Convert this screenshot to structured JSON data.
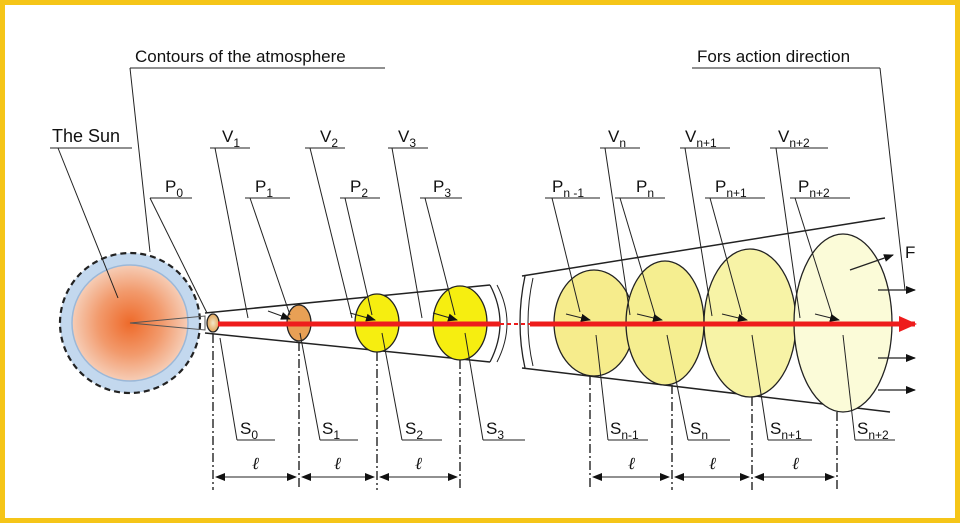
{
  "labels": {
    "atmosphere": "Contours of the atmosphere",
    "force_direction": "Fors action direction",
    "sun": "The Sun",
    "force": "F",
    "p0": {
      "base": "P",
      "sub": "0"
    },
    "p1": {
      "base": "P",
      "sub": "1"
    },
    "p2": {
      "base": "P",
      "sub": "2"
    },
    "p3": {
      "base": "P",
      "sub": "3"
    },
    "pn_minus1": {
      "base": "P",
      "sub": "n -1"
    },
    "pn": {
      "base": "P",
      "sub": "n"
    },
    "pn_plus1": {
      "base": "P",
      "sub": "n+1"
    },
    "pn_plus2": {
      "base": "P",
      "sub": "n+2"
    },
    "v1": {
      "base": "V",
      "sub": "1"
    },
    "v2": {
      "base": "V",
      "sub": "2"
    },
    "v3": {
      "base": "V",
      "sub": "3"
    },
    "vn": {
      "base": "V",
      "sub": "n"
    },
    "vn_plus1": {
      "base": "V",
      "sub": "n+1"
    },
    "vn_plus2": {
      "base": "V",
      "sub": "n+2"
    },
    "s0": {
      "base": "S",
      "sub": "0"
    },
    "s1": {
      "base": "S",
      "sub": "1"
    },
    "s2": {
      "base": "S",
      "sub": "2"
    },
    "s3": {
      "base": "S",
      "sub": "3"
    },
    "sn_minus1": {
      "base": "S",
      "sub": "n-1"
    },
    "sn": {
      "base": "S",
      "sub": "n"
    },
    "sn_plus1": {
      "base": "S",
      "sub": "n+1"
    },
    "sn_plus2": {
      "base": "S",
      "sub": "n+2"
    },
    "ell": "ℓ"
  },
  "colors": {
    "frame": "#f5c518",
    "beam": "#ee1c1c",
    "atmosphere": "#bcd6ee",
    "sun_core": "#f07a3a",
    "sun_edge": "#f3c9b0",
    "volume_bright": "#f6ee10",
    "volume_pale": "#fbfbd6"
  }
}
